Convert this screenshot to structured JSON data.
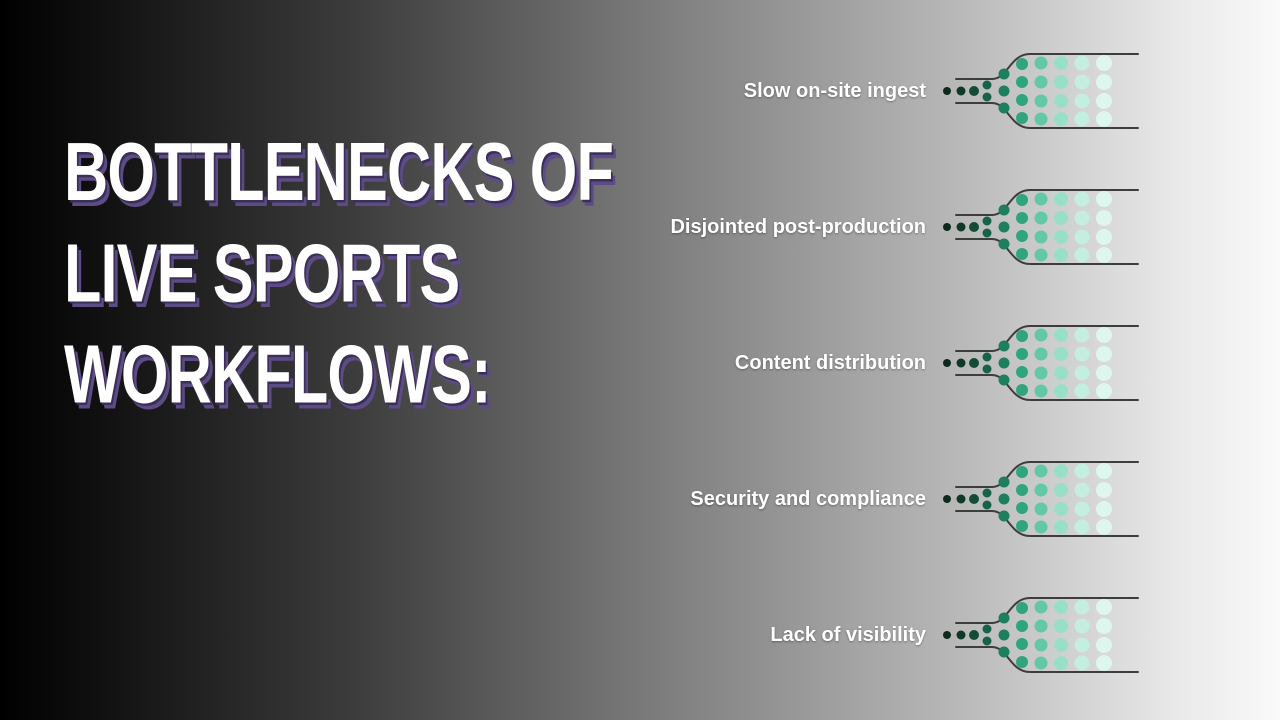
{
  "slide": {
    "background_gradient_from": "#000000",
    "background_gradient_to": "#fafafa"
  },
  "title": {
    "lines": [
      "BOTTLENECKS OF",
      "LIVE SPORTS",
      "WORKFLOWS:"
    ],
    "text_color": "#ffffff",
    "shadow_color": "#5d4b86"
  },
  "bottlenecks": {
    "icon": "funnel-dots-icon",
    "label_color": "#ffffff",
    "funnel": {
      "line_color": "#3d3d3d",
      "dot_colors": [
        "#0d2b1c",
        "#103828",
        "#144d36",
        "#176348",
        "#1e7f5c",
        "#2fa57d",
        "#62c8a6",
        "#98dfc7",
        "#c4eee0",
        "#def6ef"
      ]
    },
    "items": [
      {
        "label": "Slow on-site ingest"
      },
      {
        "label": "Disjointed post-production"
      },
      {
        "label": "Content distribution"
      },
      {
        "label": "Security and compliance"
      },
      {
        "label": "Lack of visibility"
      }
    ]
  }
}
